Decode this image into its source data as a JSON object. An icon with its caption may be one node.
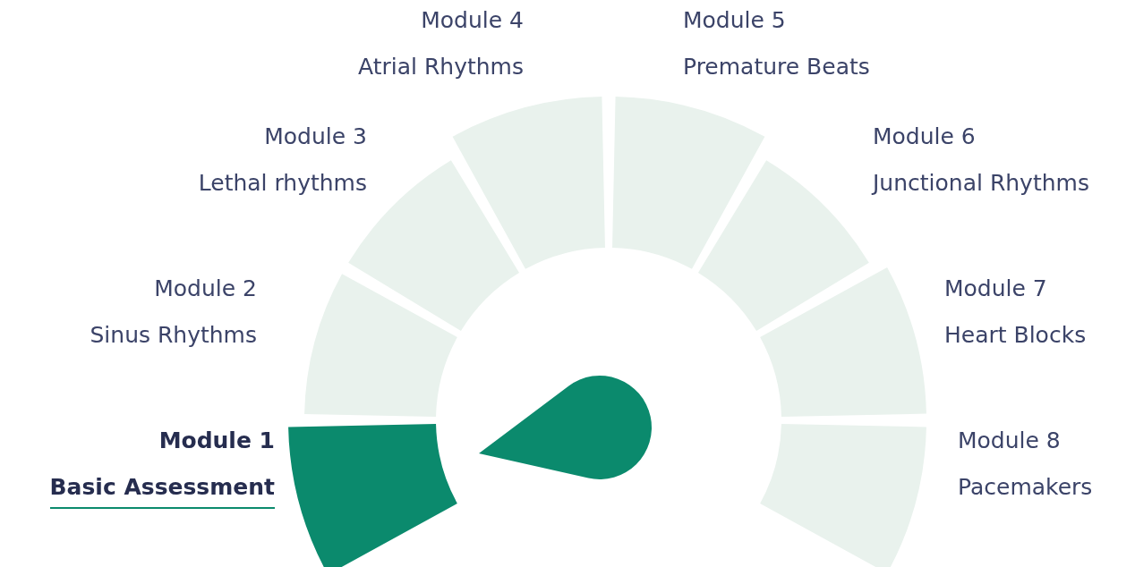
{
  "diagram": {
    "nodes": [
      {
        "text": [
          "Module 1",
          "Basic Assessment"
        ]
      },
      {
        "text": [
          "Module 2",
          "Sinus Rhythms"
        ]
      },
      {
        "text": [
          "Module 3",
          "Lethal rhythms"
        ]
      },
      {
        "text": [
          "Module 4",
          "Atrial Rhythms"
        ]
      },
      {
        "text": [
          "Module 5",
          "Premature Beats"
        ]
      },
      {
        "text": [
          "Module 6",
          "Junctional Rhythms"
        ]
      },
      {
        "text": [
          "Module 7",
          "Heart Blocks"
        ]
      },
      {
        "text": [
          "Module 8",
          "Pacemakers"
        ]
      }
    ]
  }
}
